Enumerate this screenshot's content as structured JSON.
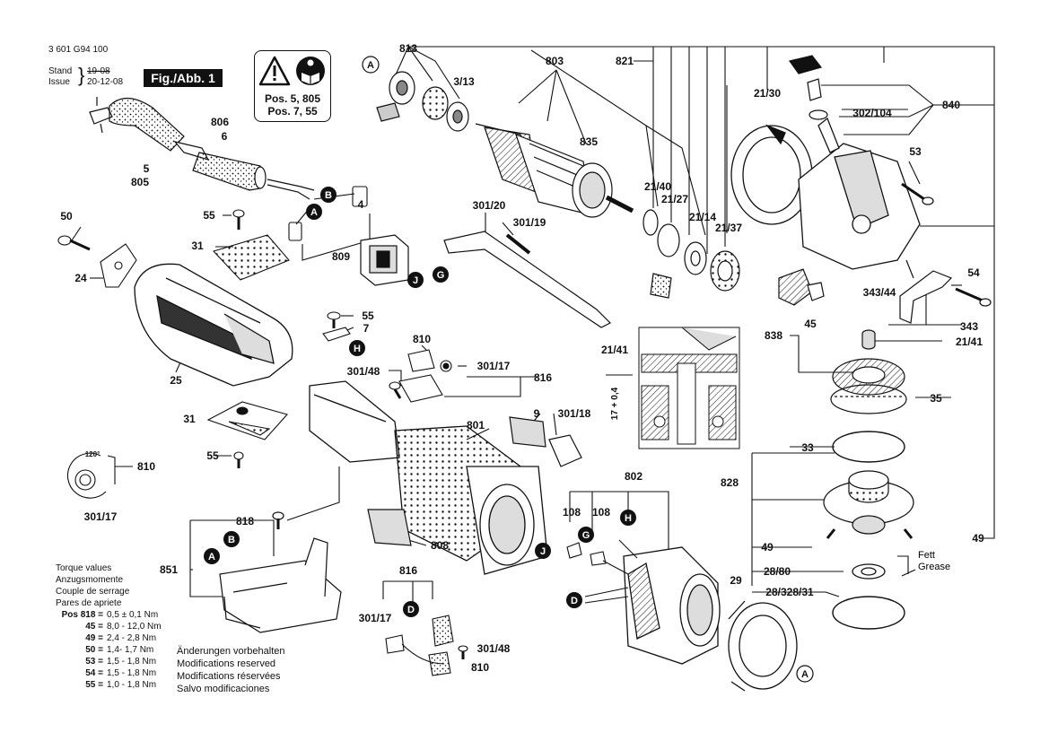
{
  "header": {
    "doc_number": "3 601 G94 100",
    "stand_label": "Stand",
    "issue_label": "Issue",
    "stand_date_old": "19-08",
    "issue_date": "20-12-08",
    "figure_label": "Fig./Abb. 1"
  },
  "warning": {
    "line1": "Pos. 5, 805",
    "line2": "Pos. 7, 55",
    "icons": [
      "warning-triangle-icon",
      "read-manual-icon"
    ]
  },
  "labels": {
    "l813": "813",
    "l803": "803",
    "l821": "821",
    "l313": "3/13",
    "l835": "835",
    "l806": "806",
    "l6": "6",
    "l5": "5",
    "l805": "805",
    "l50": "50",
    "l55a": "55",
    "l4": "4",
    "l31a": "31",
    "l24": "24",
    "l809": "809",
    "l25": "25",
    "l31b": "31",
    "l55b": "55",
    "l120": "120°",
    "l810a": "810",
    "l30117a": "301/17",
    "l30120": "301/20",
    "l30119": "301/19",
    "l55c": "55",
    "l7": "7",
    "l810b": "810",
    "l30148a": "301/48",
    "l30117b": "301/17",
    "l816a": "816",
    "l2130": "21/30",
    "l302104": "302/104",
    "l840": "840",
    "l53": "53",
    "l2140": "21/40",
    "l2127": "21/27",
    "l2114": "21/14",
    "l2137": "21/37",
    "l54": "54",
    "l34344": "343/44",
    "l343": "343",
    "l2141a": "21/41",
    "l838": "838",
    "l45": "45",
    "l2141b": "21/41",
    "l17": "17 + 0,4",
    "l35": "35",
    "l33": "33",
    "l9": "9",
    "l30118": "301/18",
    "l801": "801",
    "l828": "828",
    "l802": "802",
    "l108a": "108",
    "l108b": "108",
    "l818": "818",
    "l851": "851",
    "l808": "808",
    "l49a": "49",
    "l49b": "49",
    "l2880": "28/80",
    "l29": "29",
    "l2832831": "28/328/31",
    "l816b": "816",
    "l30117c": "301/17",
    "l30148b": "301/48",
    "l810c": "810",
    "fett": "Fett",
    "grease": "Grease"
  },
  "letters": {
    "A": "A",
    "B": "B",
    "D": "D",
    "G": "G",
    "H": "H",
    "J": "J"
  },
  "torque": {
    "title_lines": [
      "Torque values",
      "Anzugsmomente",
      "Couple de serrage",
      "Pares de apriete"
    ],
    "rows": [
      {
        "pos": "Pos 818 =",
        "value": "0,5 ± 0,1 Nm"
      },
      {
        "pos": "45 =",
        "value": "8,0 - 12,0 Nm"
      },
      {
        "pos": "49 =",
        "value": "2,4 - 2,8 Nm"
      },
      {
        "pos": "50 =",
        "value": "1,4- 1,7 Nm"
      },
      {
        "pos": "53 =",
        "value": "1,5 - 1,8 Nm"
      },
      {
        "pos": "54 =",
        "value": "1,5 - 1,8 Nm"
      },
      {
        "pos": "55 =",
        "value": "1,0 - 1,8 Nm"
      }
    ]
  },
  "notes": [
    "Änderungen vorbehalten",
    "Modifications reserved",
    "Modifications réservées",
    "Salvo modificaciones"
  ]
}
